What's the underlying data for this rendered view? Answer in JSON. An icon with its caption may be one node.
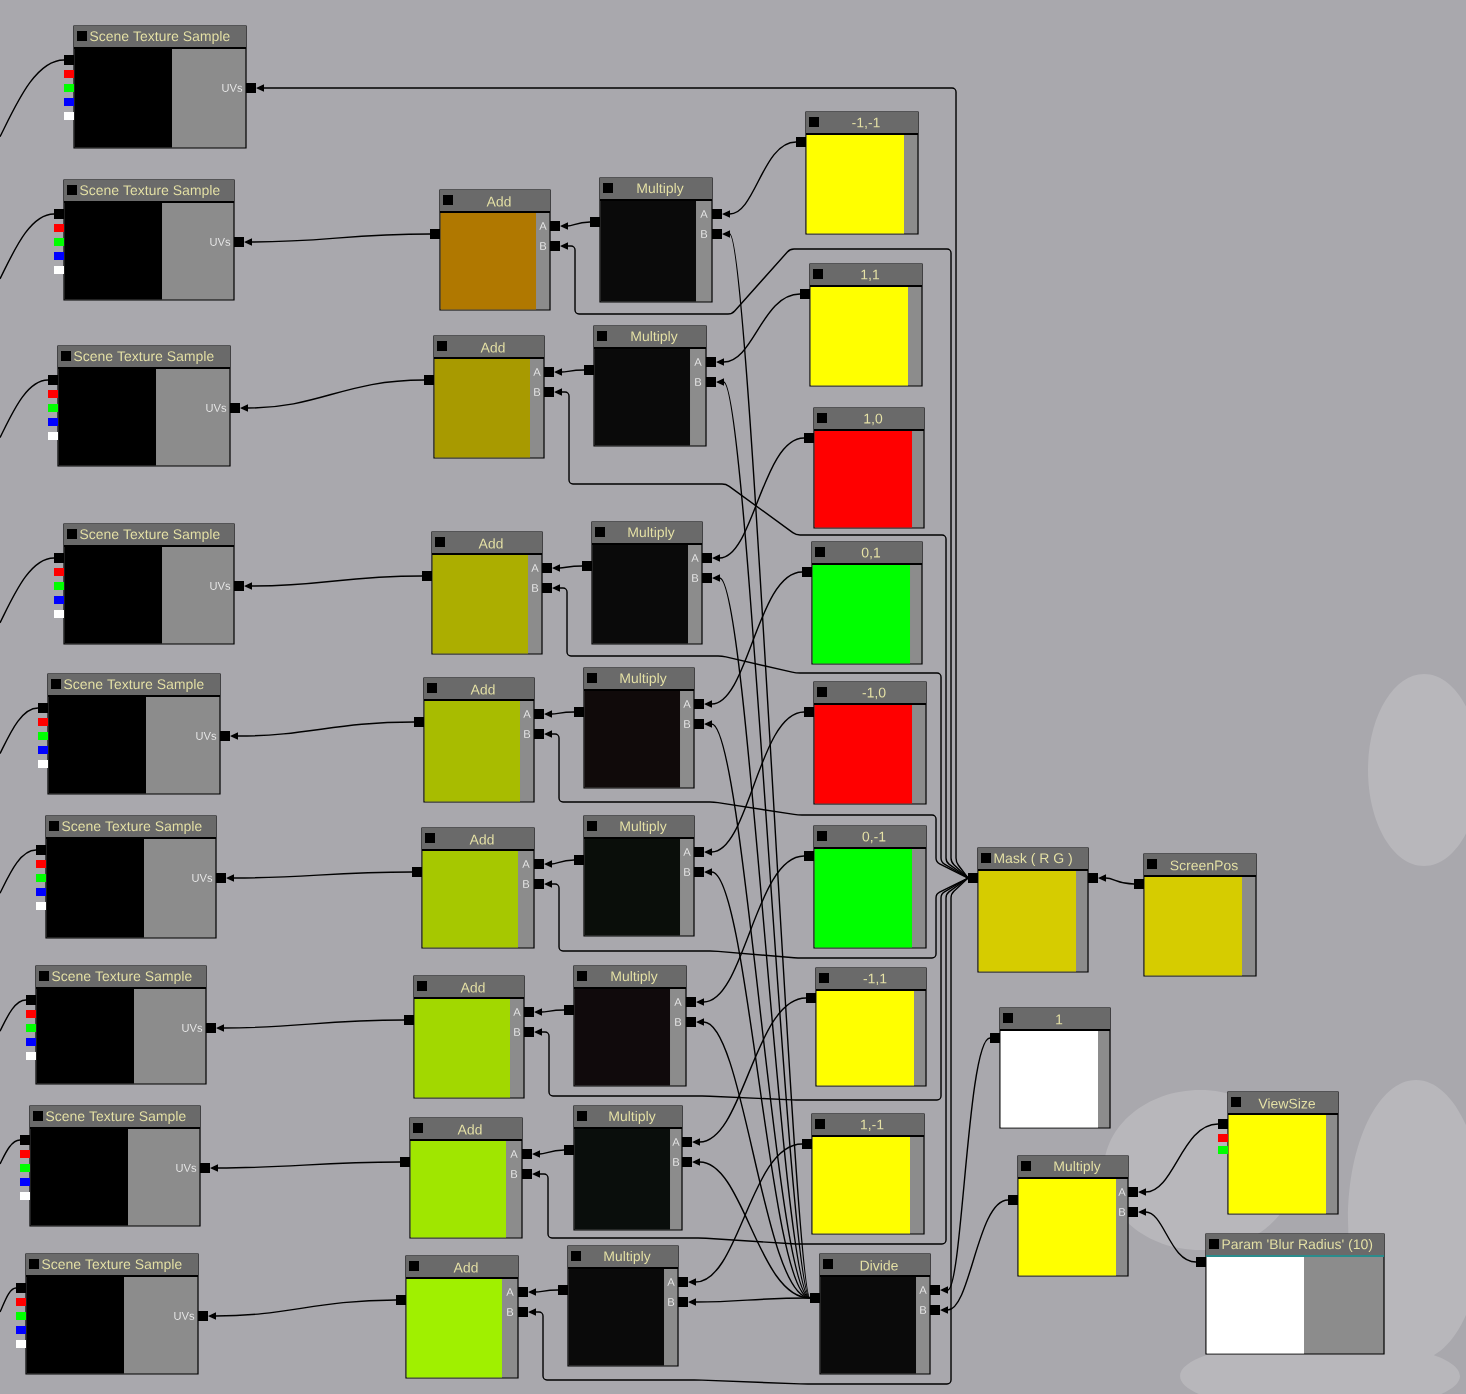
{
  "diagram": {
    "nodes": [
      {
        "text": [
          "Scene Texture Sample",
          "UVs"
        ]
      },
      {
        "text": [
          "Scene Texture Sample",
          "UVs"
        ]
      },
      {
        "text": [
          "Scene Texture Sample",
          "UVs"
        ]
      },
      {
        "text": [
          "Scene Texture Sample",
          "UVs"
        ]
      },
      {
        "text": [
          "Scene Texture Sample",
          "UVs"
        ]
      },
      {
        "text": [
          "Scene Texture Sample",
          "UVs"
        ]
      },
      {
        "text": [
          "Scene Texture Sample",
          "UVs"
        ]
      },
      {
        "text": [
          "Scene Texture Sample",
          "UVs"
        ]
      },
      {
        "text": [
          "Scene Texture Sample",
          "UVs"
        ]
      },
      {
        "text": [
          "Add",
          "A",
          "B"
        ]
      },
      {
        "text": [
          "Add",
          "A",
          "B"
        ]
      },
      {
        "text": [
          "Add",
          "A",
          "B"
        ]
      },
      {
        "text": [
          "Add",
          "A",
          "B"
        ]
      },
      {
        "text": [
          "Add",
          "A",
          "B"
        ]
      },
      {
        "text": [
          "Add",
          "A",
          "B"
        ]
      },
      {
        "text": [
          "Add",
          "A",
          "B"
        ]
      },
      {
        "text": [
          "Add",
          "A",
          "B"
        ]
      },
      {
        "text": [
          "Multiply",
          "A",
          "B"
        ]
      },
      {
        "text": [
          "Multiply",
          "A",
          "B"
        ]
      },
      {
        "text": [
          "Multiply",
          "A",
          "B"
        ]
      },
      {
        "text": [
          "Multiply",
          "A",
          "B"
        ]
      },
      {
        "text": [
          "Multiply",
          "A",
          "B"
        ]
      },
      {
        "text": [
          "Multiply",
          "A",
          "B"
        ]
      },
      {
        "text": [
          "Multiply",
          "A",
          "B"
        ]
      },
      {
        "text": [
          "Multiply",
          "A",
          "B"
        ]
      },
      {
        "text": [
          "-1,-1"
        ]
      },
      {
        "text": [
          "1,1"
        ]
      },
      {
        "text": [
          "1,0"
        ]
      },
      {
        "text": [
          "0,1"
        ]
      },
      {
        "text": [
          "-1,0"
        ]
      },
      {
        "text": [
          "0,-1"
        ]
      },
      {
        "text": [
          "-1,1"
        ]
      },
      {
        "text": [
          "1,-1"
        ]
      },
      {
        "text": [
          "Divide",
          "A",
          "B"
        ]
      },
      {
        "text": [
          "Mask ( R G )"
        ]
      },
      {
        "text": [
          "ScreenPos"
        ]
      },
      {
        "text": [
          "1"
        ]
      },
      {
        "text": [
          "Multiply",
          "A",
          "B"
        ]
      },
      {
        "text": [
          "ViewSize"
        ]
      },
      {
        "text": [
          "Param 'Blur Radius' (10)"
        ]
      }
    ],
    "edges": [
      {
        "from": 34,
        "to": 0,
        "arrow": "to"
      },
      {
        "from": 9,
        "to": 1,
        "arrow": "to"
      },
      {
        "from": 10,
        "to": 2,
        "arrow": "to"
      },
      {
        "from": 11,
        "to": 3,
        "arrow": "to"
      },
      {
        "from": 12,
        "to": 4,
        "arrow": "to"
      },
      {
        "from": 13,
        "to": 5,
        "arrow": "to"
      },
      {
        "from": 14,
        "to": 6,
        "arrow": "to"
      },
      {
        "from": 15,
        "to": 7,
        "arrow": "to"
      },
      {
        "from": 16,
        "to": 8,
        "arrow": "to"
      },
      {
        "from": 17,
        "to": 9,
        "arrow": "to"
      },
      {
        "from": 18,
        "to": 10,
        "arrow": "to"
      },
      {
        "from": 19,
        "to": 11,
        "arrow": "to"
      },
      {
        "from": 20,
        "to": 12,
        "arrow": "to"
      },
      {
        "from": 21,
        "to": 13,
        "arrow": "to"
      },
      {
        "from": 22,
        "to": 14,
        "arrow": "to"
      },
      {
        "from": 23,
        "to": 15,
        "arrow": "to"
      },
      {
        "from": 24,
        "to": 16,
        "arrow": "to"
      },
      {
        "from": 34,
        "to": 9,
        "arrow": "to"
      },
      {
        "from": 34,
        "to": 10,
        "arrow": "to"
      },
      {
        "from": 34,
        "to": 11,
        "arrow": "to"
      },
      {
        "from": 34,
        "to": 12,
        "arrow": "to"
      },
      {
        "from": 34,
        "to": 13,
        "arrow": "to"
      },
      {
        "from": 34,
        "to": 14,
        "arrow": "to"
      },
      {
        "from": 34,
        "to": 15,
        "arrow": "to"
      },
      {
        "from": 34,
        "to": 16,
        "arrow": "to"
      },
      {
        "from": 25,
        "to": 17,
        "arrow": "to"
      },
      {
        "from": 26,
        "to": 18,
        "arrow": "to"
      },
      {
        "from": 27,
        "to": 19,
        "arrow": "to"
      },
      {
        "from": 28,
        "to": 20,
        "arrow": "to"
      },
      {
        "from": 29,
        "to": 21,
        "arrow": "to"
      },
      {
        "from": 30,
        "to": 22,
        "arrow": "to"
      },
      {
        "from": 31,
        "to": 23,
        "arrow": "to"
      },
      {
        "from": 32,
        "to": 24,
        "arrow": "to"
      },
      {
        "from": 33,
        "to": 17,
        "arrow": "to"
      },
      {
        "from": 33,
        "to": 18,
        "arrow": "to"
      },
      {
        "from": 33,
        "to": 19,
        "arrow": "to"
      },
      {
        "from": 33,
        "to": 20,
        "arrow": "to"
      },
      {
        "from": 33,
        "to": 21,
        "arrow": "to"
      },
      {
        "from": 33,
        "to": 22,
        "arrow": "to"
      },
      {
        "from": 33,
        "to": 23,
        "arrow": "to"
      },
      {
        "from": 33,
        "to": 24,
        "arrow": "to"
      },
      {
        "from": 36,
        "to": 33,
        "arrow": "to"
      },
      {
        "from": 37,
        "to": 33,
        "arrow": "to"
      },
      {
        "from": 38,
        "to": 37,
        "arrow": "to"
      },
      {
        "from": 39,
        "to": 37,
        "arrow": "to"
      },
      {
        "from": 35,
        "to": 34,
        "arrow": "to"
      },
      {
        "from": 0,
        "to": null,
        "arrow": "none"
      },
      {
        "from": 1,
        "to": null,
        "arrow": "none"
      },
      {
        "from": 2,
        "to": null,
        "arrow": "none"
      },
      {
        "from": 3,
        "to": null,
        "arrow": "none"
      },
      {
        "from": 4,
        "to": null,
        "arrow": "none"
      },
      {
        "from": 5,
        "to": null,
        "arrow": "none"
      },
      {
        "from": 6,
        "to": null,
        "arrow": "none"
      },
      {
        "from": 7,
        "to": null,
        "arrow": "none"
      },
      {
        "from": 8,
        "to": null,
        "arrow": "none"
      }
    ]
  }
}
